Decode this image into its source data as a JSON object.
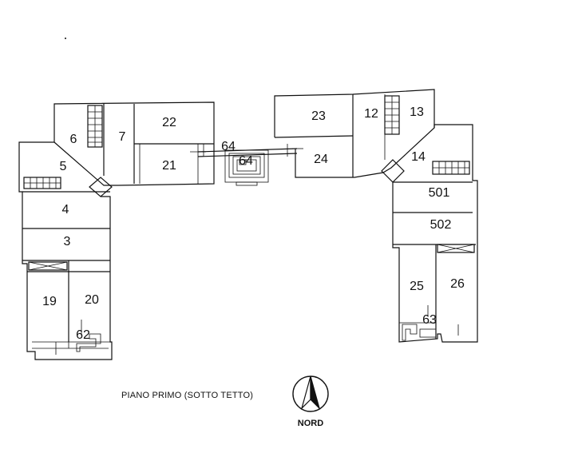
{
  "plan": {
    "caption": "PIANO PRIMO (SOTTO TETTO)",
    "north_label": "NORD",
    "rooms": [
      "6",
      "7",
      "22",
      "21",
      "64",
      "64",
      "23",
      "24",
      "12",
      "13",
      "14",
      "5",
      "4",
      "3",
      "19",
      "20",
      "62",
      "501",
      "502",
      "25",
      "26",
      "63"
    ]
  }
}
